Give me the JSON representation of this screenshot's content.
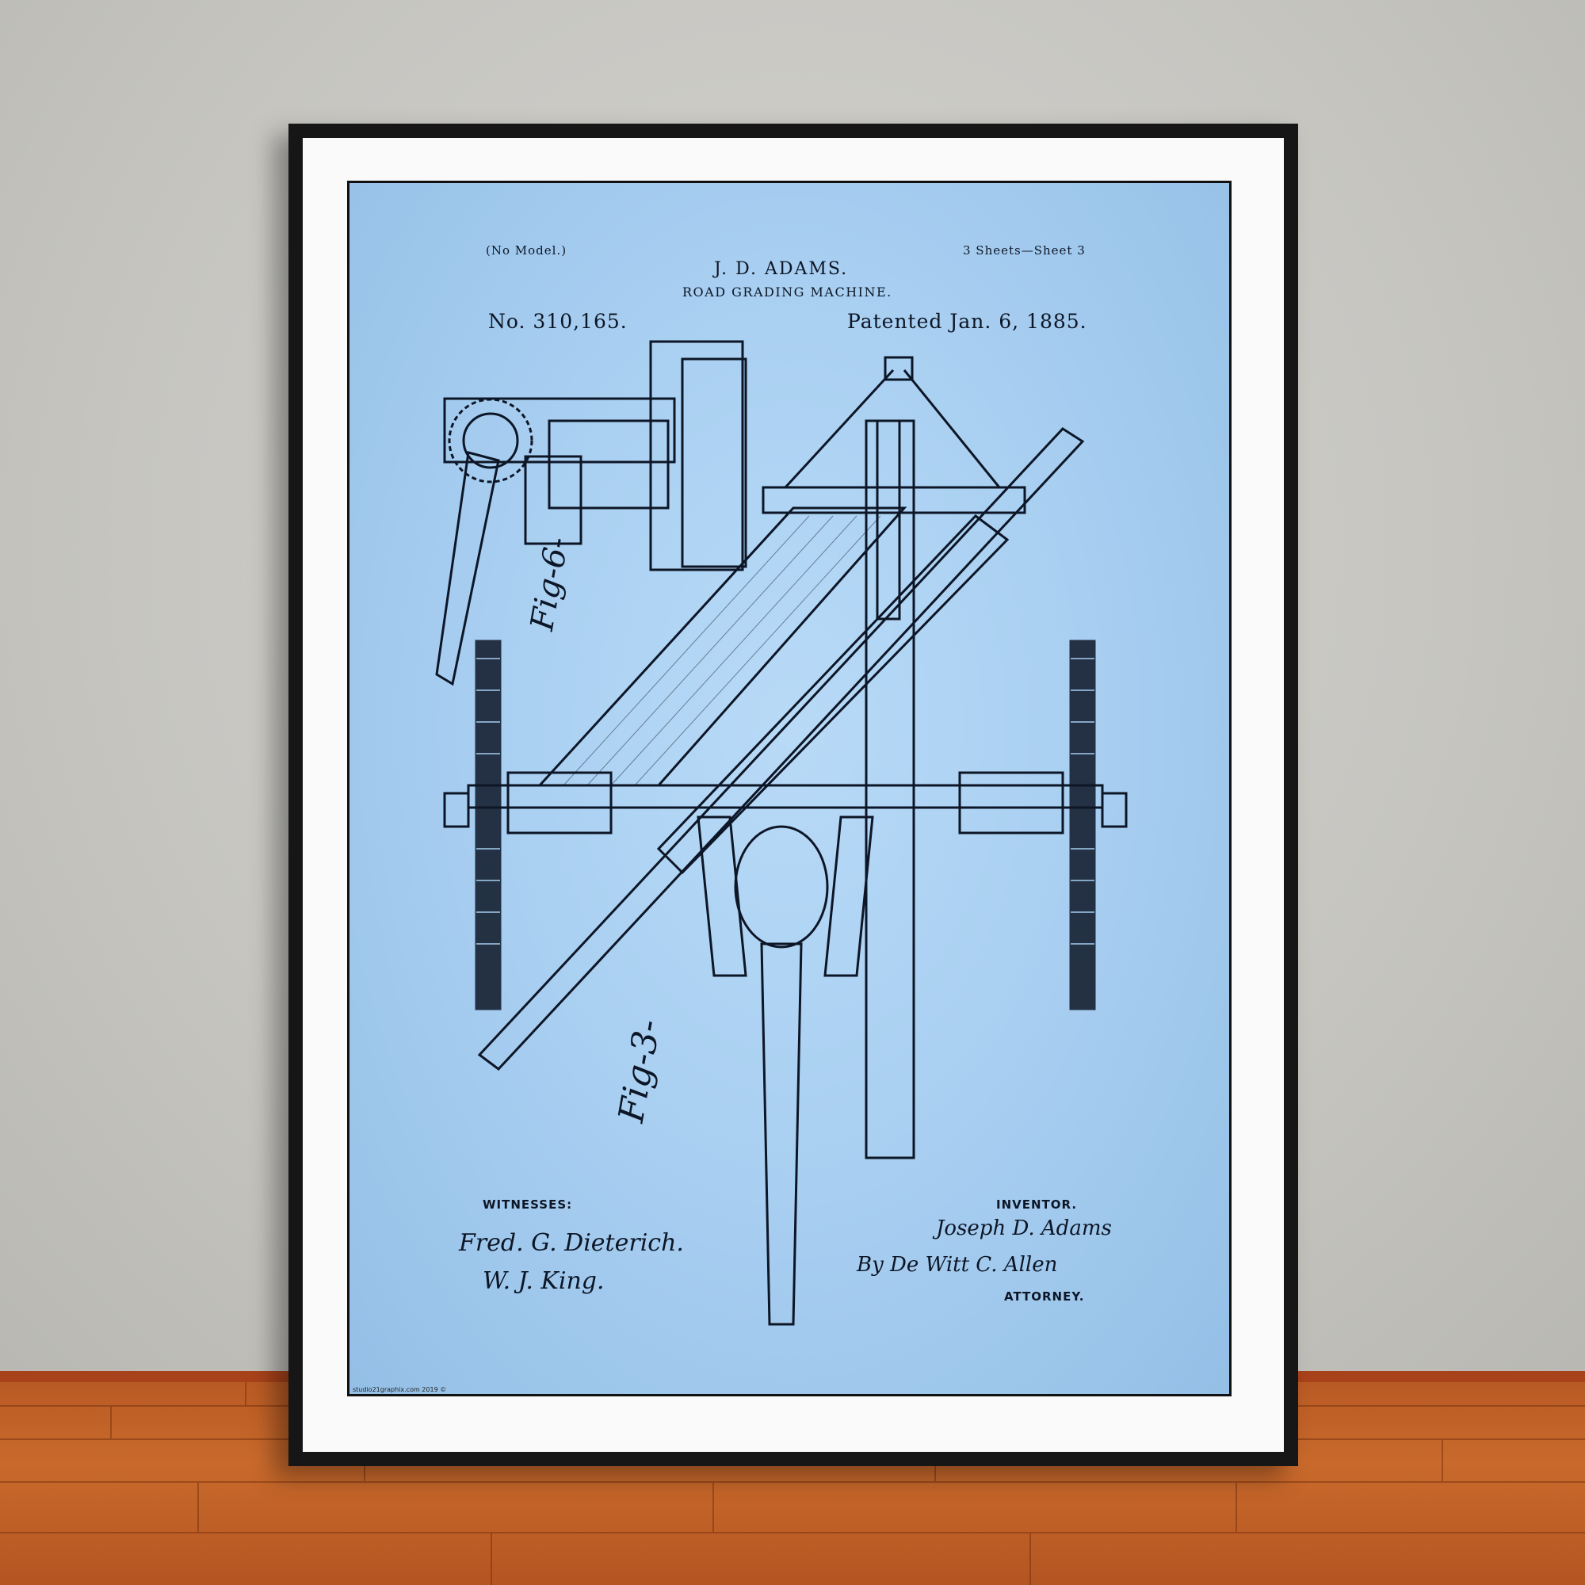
{
  "poster": {
    "left_header": "(No Model.)",
    "right_header": "3 Sheets—Sheet 3",
    "inventor_name": "J. D. ADAMS.",
    "title": "ROAD GRADING MACHINE.",
    "patent_number": "No. 310,165.",
    "patent_date": "Patented Jan. 6, 1885.",
    "fig_small": "Fig-6-",
    "fig_large": "Fig-3-",
    "witnesses_label": "WITNESSES:",
    "witness_1": "Fred. G. Dieterich.",
    "witness_2": "W. J. King.",
    "inventor_label": "INVENTOR.",
    "inventor_signature": "Joseph D. Adams",
    "by_attorney_signature": "By De Witt C. Allen",
    "attorney_label": "ATTORNEY.",
    "credit": "studio21graphix.com 2019 ©"
  },
  "colors": {
    "paper_blue": "#a6cdf0",
    "ink": "#0d1626",
    "frame": "#161616",
    "mat": "#fafafa",
    "wall": "#c6c5c0",
    "floor": "#c96a2c"
  }
}
